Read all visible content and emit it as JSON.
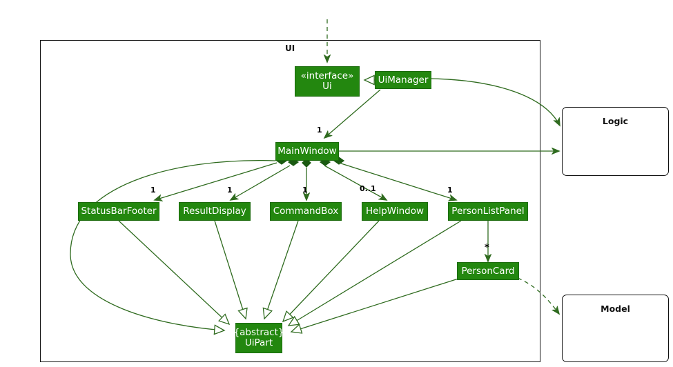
{
  "diagram": {
    "type": "uml-class-diagram",
    "title_visible": false
  },
  "packages": [
    {
      "id": "ui",
      "label": "UI"
    }
  ],
  "external_components": [
    {
      "id": "logic",
      "label": "Logic"
    },
    {
      "id": "model",
      "label": "Model"
    }
  ],
  "classes": [
    {
      "id": "ui_interface",
      "line1": "« interface »",
      "line2": "Ui",
      "stereotype": "«interface»",
      "name": "Ui"
    },
    {
      "id": "ui_manager",
      "line1": "UiManager",
      "line2": "",
      "name": "UiManager"
    },
    {
      "id": "main_window",
      "line1": "MainWindow",
      "line2": "",
      "name": "MainWindow"
    },
    {
      "id": "status_bar_footer",
      "line1": "StatusBarFooter",
      "line2": "",
      "name": "StatusBarFooter"
    },
    {
      "id": "result_display",
      "line1": "ResultDisplay",
      "line2": "",
      "name": "ResultDisplay"
    },
    {
      "id": "command_box",
      "line1": "CommandBox",
      "line2": "",
      "name": "CommandBox"
    },
    {
      "id": "help_window",
      "line1": "HelpWindow",
      "line2": "",
      "name": "HelpWindow"
    },
    {
      "id": "person_list_panel",
      "line1": "PersonListPanel",
      "line2": "",
      "name": "PersonListPanel"
    },
    {
      "id": "person_card",
      "line1": "PersonCard",
      "line2": "",
      "name": "PersonCard"
    },
    {
      "id": "ui_part",
      "line1": "{abstract}",
      "line2": "UiPart",
      "name": "UiPart",
      "modifier": "{abstract}"
    }
  ],
  "multiplicities": [
    {
      "id": "m_mainwindow",
      "value": "1"
    },
    {
      "id": "m_statusbarfooter",
      "value": "1"
    },
    {
      "id": "m_resultdisplay",
      "value": "1"
    },
    {
      "id": "m_commandbox",
      "value": "1"
    },
    {
      "id": "m_helpwindow",
      "value": "0..1"
    },
    {
      "id": "m_personlistpanel",
      "value": "1"
    },
    {
      "id": "m_personcard",
      "value": "*"
    }
  ],
  "colors": {
    "class_fill": "#23870f",
    "class_text": "#ffffff",
    "line": "#2f6b1f",
    "frame": "#111111",
    "external_fill": "#ffffff"
  }
}
